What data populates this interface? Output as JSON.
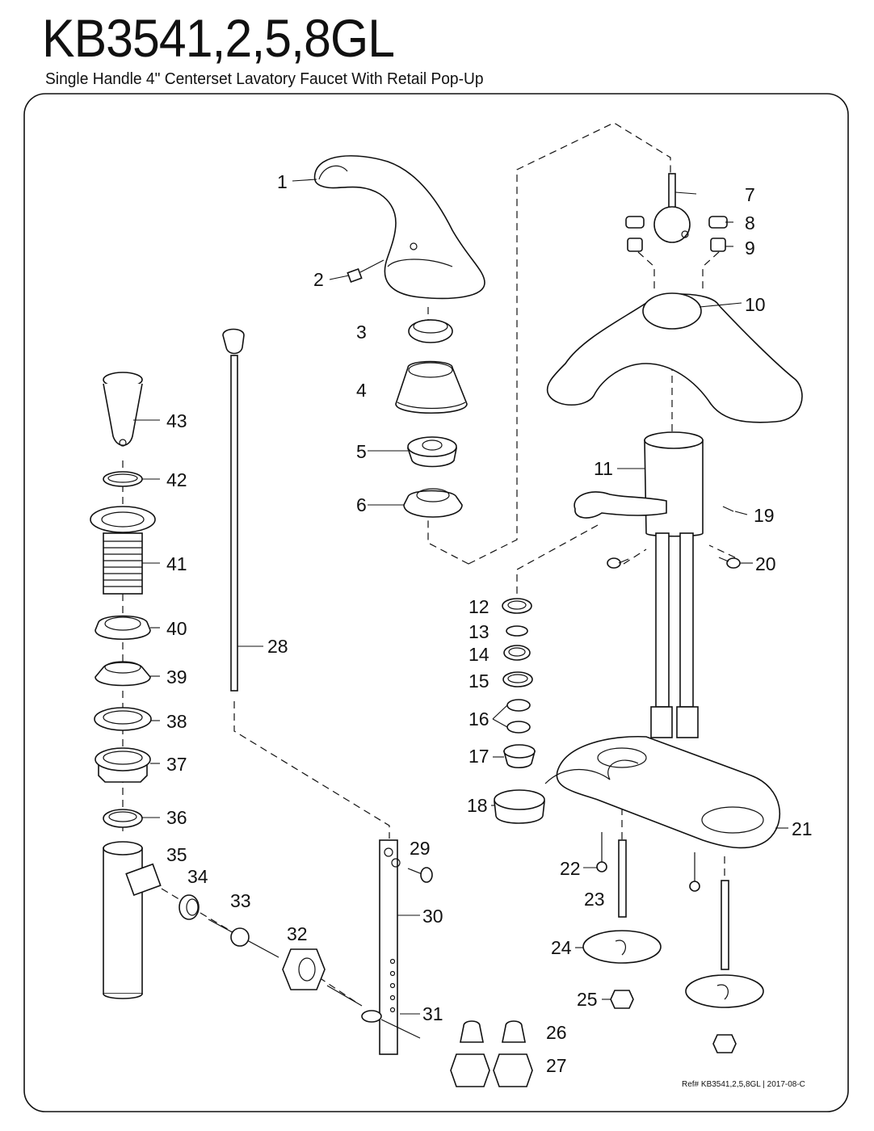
{
  "header": {
    "model": "KB3541,2,5,8GL",
    "description": "Single Handle 4\" Centerset Lavatory Faucet With Retail Pop-Up"
  },
  "footer": {
    "reference": "Ref# KB3541,2,5,8GL | 2017-08-C"
  },
  "parts": [
    "1",
    "2",
    "3",
    "4",
    "5",
    "6",
    "7",
    "8",
    "9",
    "10",
    "11",
    "12",
    "13",
    "14",
    "15",
    "16",
    "17",
    "18",
    "19",
    "20",
    "21",
    "22",
    "23",
    "24",
    "25",
    "26",
    "27",
    "28",
    "29",
    "30",
    "31",
    "32",
    "33",
    "34",
    "35",
    "36",
    "37",
    "38",
    "39",
    "40",
    "41",
    "42",
    "43"
  ]
}
